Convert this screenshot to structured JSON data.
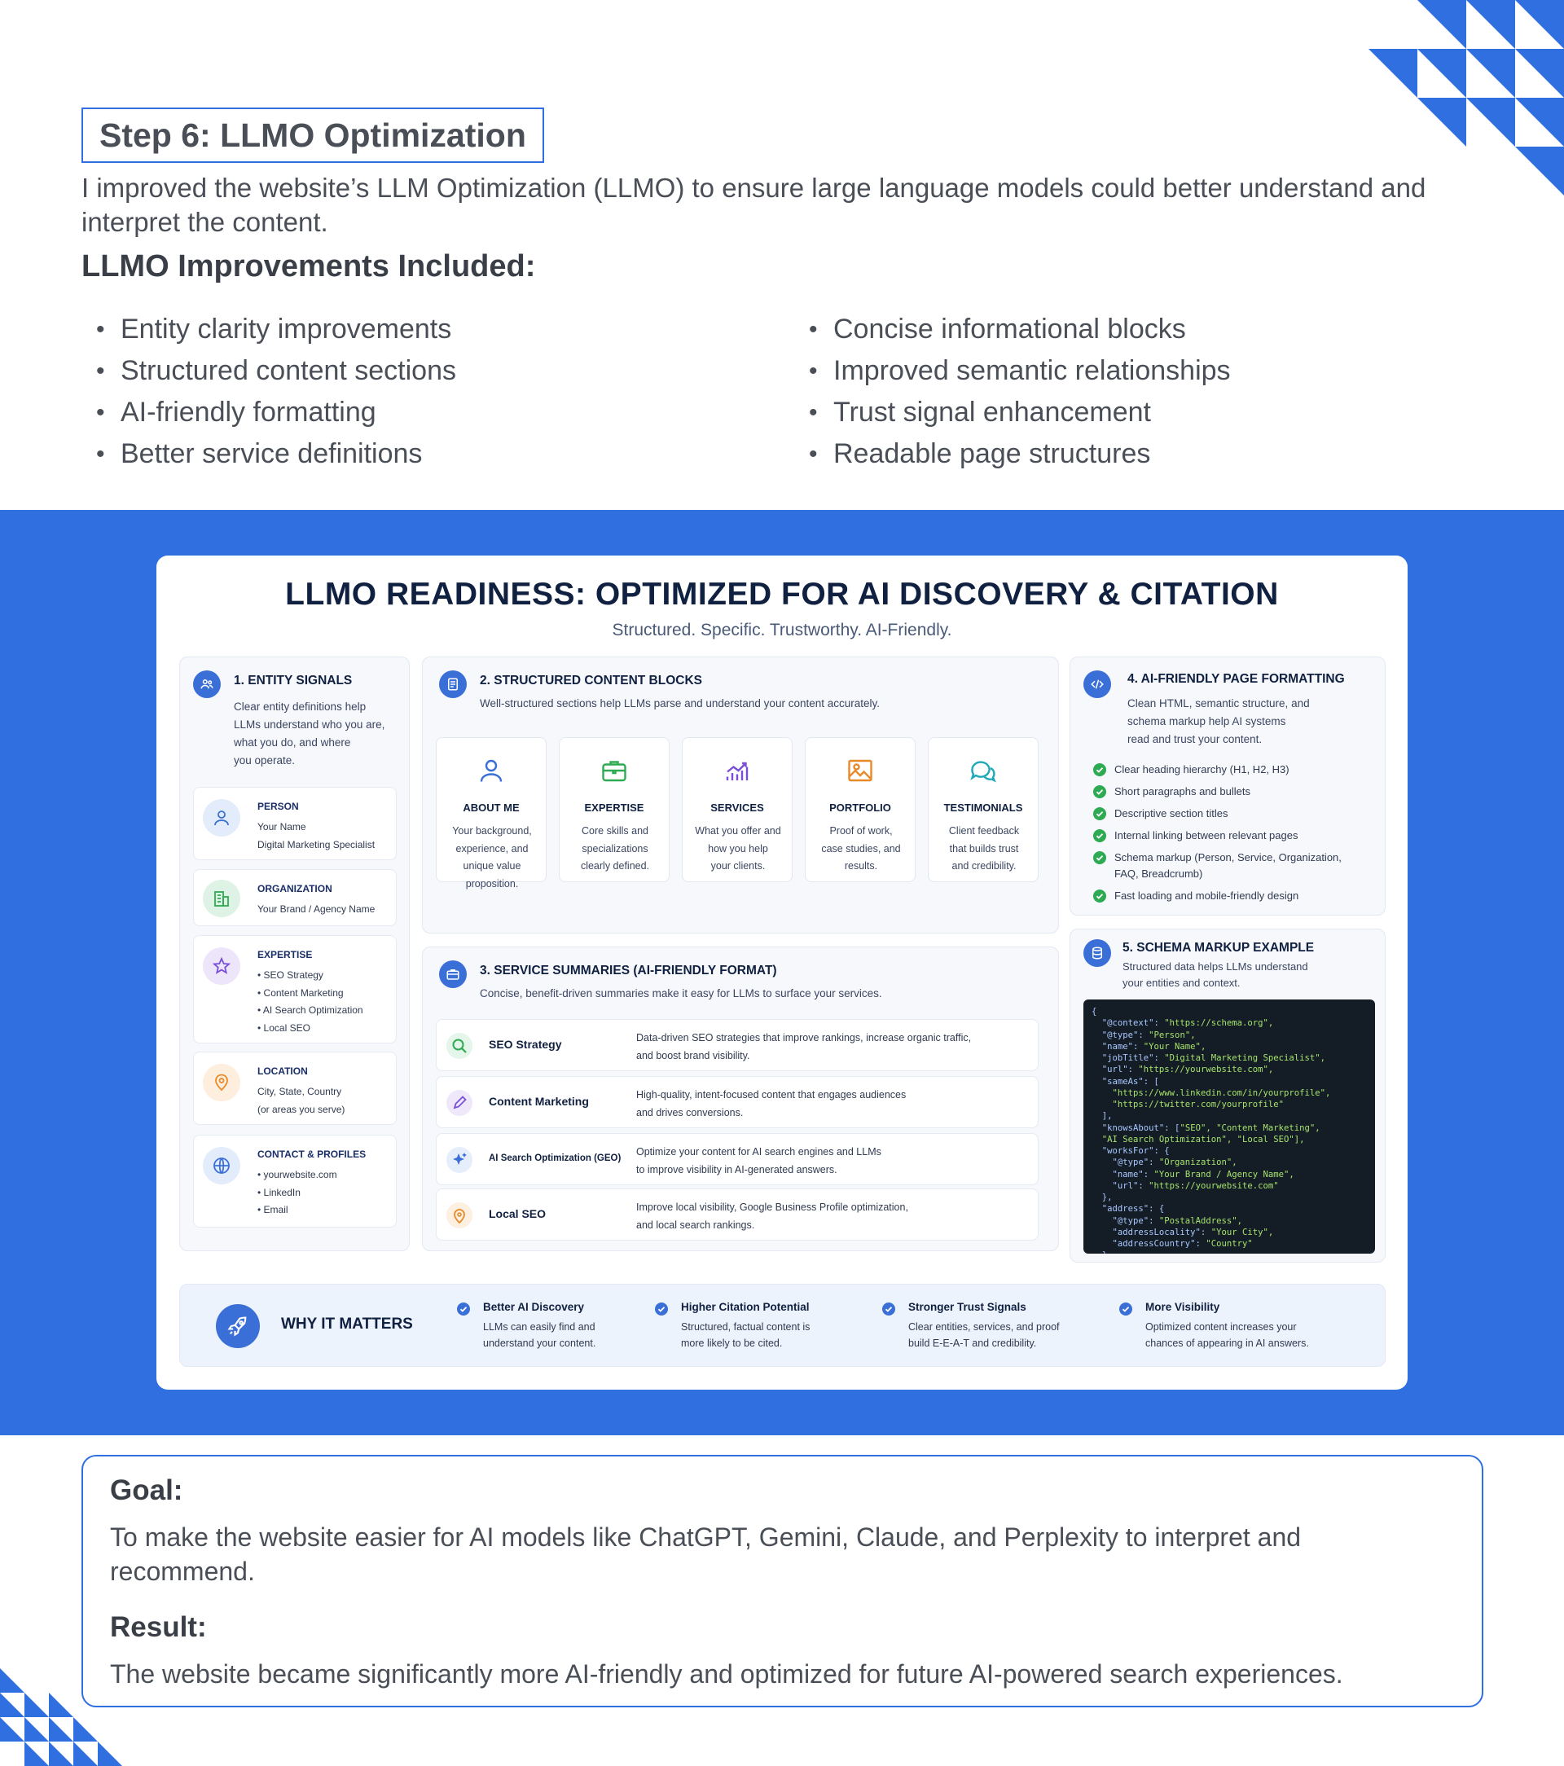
{
  "step": {
    "title": "Step 6: LLMO Optimization",
    "intro": "I improved the website’s LLM Optimization (LLMO) to ensure large language models could better understand and interpret the content.",
    "improvements_heading": "LLMO Improvements Included:",
    "improvements_left": [
      "Entity clarity improvements",
      "Structured content sections",
      "AI-friendly formatting",
      "Better service definitions"
    ],
    "improvements_right": [
      "Concise informational blocks",
      "Improved semantic relationships",
      "Trust signal enhancement",
      "Readable page structures"
    ]
  },
  "infographic": {
    "title": "LLMO READINESS: OPTIMIZED FOR AI DISCOVERY & CITATION",
    "subtitle": "Structured. Specific. Trustworthy. AI-Friendly.",
    "entity": {
      "title": "1. ENTITY SIGNALS",
      "desc": [
        "Clear entity definitions help",
        "LLMs understand who you are,",
        "what you do, and where",
        "you operate."
      ],
      "items": [
        {
          "label": "PERSON",
          "lines": [
            "Your Name",
            "Digital Marketing Specialist"
          ]
        },
        {
          "label": "ORGANIZATION",
          "lines": [
            "Your Brand / Agency Name"
          ]
        },
        {
          "label": "EXPERTISE",
          "lines": [
            "SEO Strategy",
            "Content Marketing",
            "AI Search Optimization",
            "Local SEO"
          ]
        },
        {
          "label": "LOCATION",
          "lines": [
            "City, State, Country",
            "(or areas you serve)"
          ]
        },
        {
          "label": "CONTACT & PROFILES",
          "lines": [
            "yourwebsite.com",
            "LinkedIn",
            "Email"
          ]
        }
      ]
    },
    "blocks": {
      "title": "2. STRUCTURED CONTENT BLOCKS",
      "desc": "Well-structured sections help LLMs parse and understand your content accurately.",
      "items": [
        {
          "title": "ABOUT ME",
          "desc": [
            "Your background,",
            "experience, and",
            "unique value",
            "proposition."
          ],
          "icon": "person-icon"
        },
        {
          "title": "EXPERTISE",
          "desc": [
            "Core skills and",
            "specializations",
            "clearly defined."
          ],
          "icon": "briefcase-icon"
        },
        {
          "title": "SERVICES",
          "desc": [
            "What you offer and",
            "how you help",
            "your clients."
          ],
          "icon": "growth-chart-icon"
        },
        {
          "title": "PORTFOLIO",
          "desc": [
            "Proof of work,",
            "case studies, and",
            "results."
          ],
          "icon": "image-icon"
        },
        {
          "title": "TESTIMONIALS",
          "desc": [
            "Client feedback",
            "that builds trust",
            "and credibility."
          ],
          "icon": "chat-bubbles-icon"
        }
      ]
    },
    "services": {
      "title": "3. SERVICE SUMMARIES (AI-FRIENDLY FORMAT)",
      "desc": "Concise, benefit-driven summaries make it easy for LLMs to surface your services.",
      "items": [
        {
          "name": "SEO Strategy",
          "desc": [
            "Data-driven SEO strategies that improve rankings, increase organic traffic,",
            "and boost brand visibility."
          ]
        },
        {
          "name": "Content Marketing",
          "desc": [
            "High-quality, intent-focused content that engages audiences",
            "and drives conversions."
          ]
        },
        {
          "name": "AI Search Optimization (GEO)",
          "desc": [
            "Optimize your content for AI search engines and LLMs",
            "to improve visibility in AI-generated answers."
          ]
        },
        {
          "name": "Local SEO",
          "desc": [
            "Improve local visibility, Google Business Profile optimization,",
            "and local search rankings."
          ]
        }
      ]
    },
    "formatting": {
      "title": "4. AI-FRIENDLY PAGE FORMATTING",
      "desc": [
        "Clean HTML, semantic structure, and",
        "schema markup help AI systems",
        "read and trust your content."
      ],
      "items": [
        "Clear heading hierarchy (H1, H2, H3)",
        "Short paragraphs and bullets",
        "Descriptive section titles",
        "Internal linking between relevant pages",
        "Schema markup (Person, Service, Organization, FAQ, Breadcrumb)",
        "Fast loading and mobile-friendly design"
      ]
    },
    "schema": {
      "title": "5. SCHEMA MARKUP EXAMPLE",
      "desc": [
        "Structured data helps LLMs understand",
        "your entities and context."
      ],
      "code": [
        {
          "k": "{",
          "s": ""
        },
        {
          "k": "  \"@context\": ",
          "s": "\"https://schema.org\","
        },
        {
          "k": "  \"@type\": ",
          "s": "\"Person\","
        },
        {
          "k": "  \"name\": ",
          "s": "\"Your Name\","
        },
        {
          "k": "  \"jobTitle\": ",
          "s": "\"Digital Marketing Specialist\","
        },
        {
          "k": "  \"url\": ",
          "s": "\"https://yourwebsite.com\","
        },
        {
          "k": "  \"sameAs\": [",
          "s": ""
        },
        {
          "k": "    ",
          "s": "\"https://www.linkedin.com/in/yourprofile\","
        },
        {
          "k": "    ",
          "s": "\"https://twitter.com/yourprofile\""
        },
        {
          "k": "  ],",
          "s": ""
        },
        {
          "k": "  \"knowsAbout\": [",
          "s": "\"SEO\", \"Content Marketing\","
        },
        {
          "k": "  ",
          "s": "\"AI Search Optimization\", \"Local SEO\"],"
        },
        {
          "k": "  \"worksFor\": {",
          "s": ""
        },
        {
          "k": "    \"@type\": ",
          "s": "\"Organization\","
        },
        {
          "k": "    \"name\": ",
          "s": "\"Your Brand / Agency Name\","
        },
        {
          "k": "    \"url\": ",
          "s": "\"https://yourwebsite.com\""
        },
        {
          "k": "  },",
          "s": ""
        },
        {
          "k": "  \"address\": {",
          "s": ""
        },
        {
          "k": "    \"@type\": ",
          "s": "\"PostalAddress\","
        },
        {
          "k": "    \"addressLocality\": ",
          "s": "\"Your City\","
        },
        {
          "k": "    \"addressCountry\": ",
          "s": "\"Country\""
        },
        {
          "k": "  }",
          "s": ""
        },
        {
          "k": "}",
          "s": ""
        }
      ]
    },
    "why": {
      "title": "WHY IT MATTERS",
      "items": [
        {
          "title": "Better AI Discovery",
          "desc": [
            "LLMs can easily find and",
            "understand your content."
          ]
        },
        {
          "title": "Higher Citation Potential",
          "desc": [
            "Structured, factual content is",
            "more likely to be cited."
          ]
        },
        {
          "title": "Stronger Trust Signals",
          "desc": [
            "Clear entities, services, and proof",
            "build E-E-A-T and credibility."
          ]
        },
        {
          "title": "More Visibility",
          "desc": [
            "Optimized content increases your",
            "chances of appearing in AI answers."
          ]
        }
      ]
    }
  },
  "goal": {
    "heading": "Goal:",
    "text": "To make the website easier for AI models like ChatGPT, Gemini, Claude, and Perplexity to interpret and recommend."
  },
  "result": {
    "heading": "Result:",
    "text": "The website became significantly more AI-friendly and optimized for future AI-powered search experiences."
  },
  "colors": {
    "accent": "#2f6fe0",
    "navy": "#102040",
    "check": "#2eaa52"
  }
}
